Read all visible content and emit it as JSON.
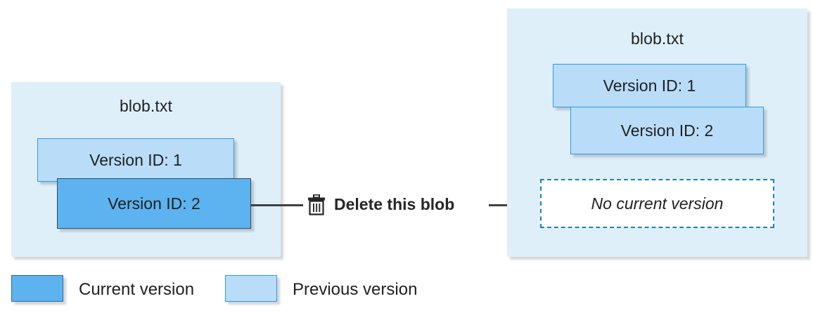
{
  "diagram": {
    "title_left": "blob.txt",
    "title_right": "blob.txt",
    "action": {
      "label": "Delete this blob",
      "icon": "trash-icon"
    },
    "left_panel": {
      "blob_name": "blob.txt",
      "versions": [
        {
          "label": "Version ID: 1",
          "state": "previous"
        },
        {
          "label": "Version ID: 2",
          "state": "current"
        }
      ]
    },
    "right_panel": {
      "blob_name": "blob.txt",
      "versions": [
        {
          "label": "Version ID: 1",
          "state": "previous"
        },
        {
          "label": "Version ID: 2",
          "state": "previous"
        }
      ],
      "empty_state": "No current version"
    },
    "legend": [
      {
        "label": "Current version",
        "swatch": "#5cb3ef"
      },
      {
        "label": "Previous version",
        "swatch": "#b9dcf8"
      }
    ],
    "colors": {
      "panel_background": "#deeffa",
      "current_version": "#5cb3ef",
      "previous_version": "#b9dcf8",
      "dashed_border": "#1f7fc4",
      "connector": "#404040",
      "text": "#212121"
    }
  }
}
